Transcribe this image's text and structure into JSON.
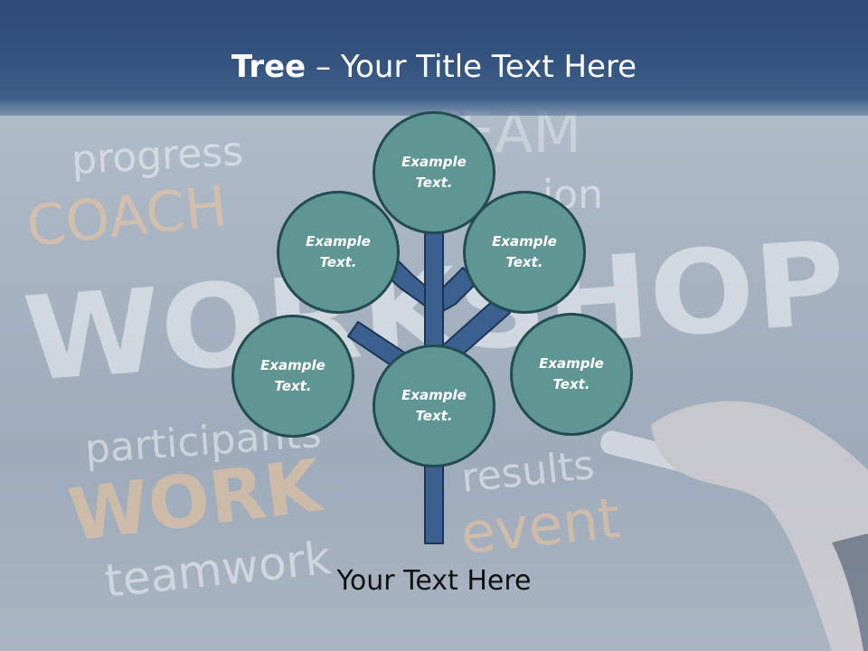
{
  "title": {
    "bold": "Tree",
    "rest": " – Your Title Text Here"
  },
  "nodes": [
    {
      "label": "Example Text."
    },
    {
      "label": "Example Text."
    },
    {
      "label": "Example Text."
    },
    {
      "label": "Example Text."
    },
    {
      "label": "Example Text."
    },
    {
      "label": "Example Text."
    }
  ],
  "caption": "Your Text Here",
  "background_words": {
    "progress": "progress",
    "coach": "COACH",
    "team": "TEAM",
    "ion": "ion",
    "workshop": "WORKSHOP",
    "participants": "participants",
    "work": "WORK",
    "results": "results",
    "event": "event",
    "teamwork": "teamwork"
  },
  "colors": {
    "title_band": "#34547f",
    "node_fill": "#5f9693",
    "node_border": "#234b52",
    "trunk_fill": "#3b5f8f",
    "trunk_border": "#1d3557",
    "chalk_white": "#f2f4f6",
    "chalk_orange": "#f3c79c"
  }
}
